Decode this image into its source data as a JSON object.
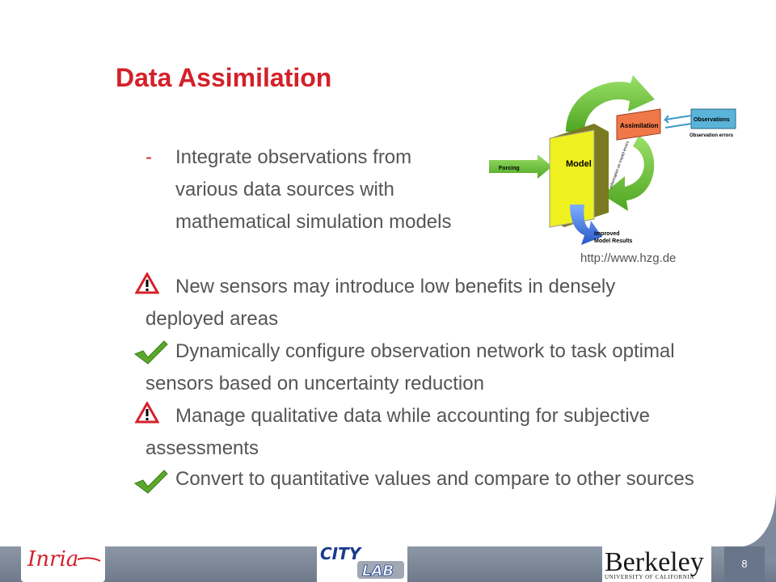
{
  "slide": {
    "title": "Data Assimilation",
    "dash": "-",
    "intro_lines": [
      "Integrate observations from",
      "various data sources with",
      "mathematical simulation models"
    ],
    "credit": "http://www.hzg.de",
    "items": [
      {
        "icon": "warning-icon",
        "line1": "New sensors may introduce low benefits in densely",
        "line2": "deployed areas"
      },
      {
        "icon": "checkmark-icon",
        "line1": "Dynamically configure observation network to task optimal",
        "line2": "sensors based on uncertainty reduction"
      },
      {
        "icon": "warning-icon",
        "line1": "Manage qualitative data while accounting for subjective",
        "line2": "assessments"
      },
      {
        "icon": "checkmark-icon",
        "line1": "Convert to quantitative values and compare to other sources"
      }
    ],
    "page_number": "8"
  },
  "diagram": {
    "model": "Model",
    "assimilation": "Assimilation",
    "observations": "Observations",
    "observation_errors": "Observation errors",
    "forcing": "Forcing",
    "results_line1": "Improved",
    "results_line2": "Model Results",
    "info_label": "Information on model errors"
  },
  "footer": {
    "inria": "Inria",
    "city": "CITY",
    "lab": "LAB",
    "berkeley": "Berkeley",
    "berkeley_sub": "UNIVERSITY OF CALIFORNIA"
  },
  "colors": {
    "title": "#d4202a",
    "text": "#555555",
    "warning": "#d4202a",
    "check": "#5aa82a",
    "model_box": "#eef020",
    "assim_box": "#f07848",
    "obs_box": "#5ab4d8",
    "arrow_green": "#6cc430"
  }
}
